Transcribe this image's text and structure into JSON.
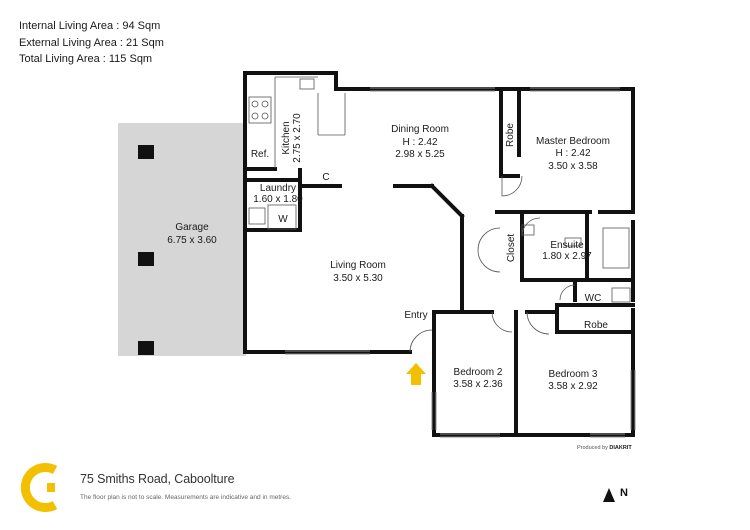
{
  "areas": {
    "internal": "Internal Living Area : 94 Sqm",
    "external": "External Living Area : 21 Sqm",
    "total": "Total Living Area : 115 Sqm"
  },
  "rooms": {
    "garage": {
      "name": "Garage",
      "size": "6.75 x 3.60"
    },
    "kitchen": {
      "name": "Kitchen",
      "size": "2.75 x 2.70"
    },
    "ref": "Ref.",
    "laundry": {
      "name": "Laundry",
      "size": "1.60 x 1.80"
    },
    "w": "W",
    "c": "C",
    "dining": {
      "name": "Dining Room",
      "height": "H : 2.42",
      "size": "2.98 x 5.25"
    },
    "robe_master": "Robe",
    "master": {
      "name": "Master Bedroom",
      "height": "H : 2.42",
      "size": "3.50 x 3.58"
    },
    "closet": "Closet",
    "ensuite": {
      "name": "Ensuite",
      "size": "1.80 x 2.97"
    },
    "living": {
      "name": "Living Room",
      "size": "3.50 x 5.30"
    },
    "wc": "WC",
    "robe3": "Robe",
    "entry": "Entry",
    "bedroom2": {
      "name": "Bedroom 2",
      "size": "3.58 x 2.36"
    },
    "bedroom3": {
      "name": "Bedroom 3",
      "size": "3.58 x 2.92"
    }
  },
  "footer": {
    "address": "75 Smiths Road, Caboolture",
    "note": "The floor plan is not to scale. Measurements are indicative and in metres.",
    "credit_prefix": "Produced by",
    "credit_brand": "DIAKRIT",
    "north": "N"
  },
  "colors": {
    "wall": "#111111",
    "garage_fill": "#d4d4d4",
    "logo": "#f2c000",
    "entry_arrow": "#f2c000"
  }
}
